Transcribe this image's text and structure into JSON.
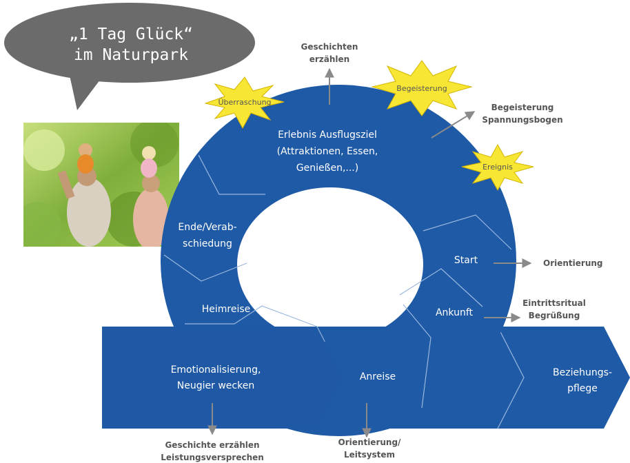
{
  "bubble": {
    "line1": "„1 Tag Glück“",
    "line2": "im Naturpark"
  },
  "stars": {
    "ueberraschung": "Überraschung",
    "begeisterung": "Begeisterung",
    "ereignis": "Ereignis"
  },
  "segments": {
    "erlebnis": [
      "Erlebnis Ausflugsziel",
      "(Attraktionen, Essen,",
      "Genießen,...)"
    ],
    "ende": [
      "Ende/Verab-",
      "schiedung"
    ],
    "start": "Start",
    "heimreise": "Heimreise",
    "ankunft": "Ankunft",
    "anreise": "Anreise"
  },
  "band": {
    "left": [
      "Emotionalisierung,",
      "Neugier wecken"
    ],
    "right": [
      "Beziehungs-",
      "pflege"
    ]
  },
  "annotations": {
    "geschichten": [
      "Geschichten",
      "erzählen"
    ],
    "begeisterung_spannung": [
      "Begeisterung",
      "Spannungsbogen"
    ],
    "orientierung": "Orientierung",
    "eintritt": [
      "Eintrittsritual",
      "Begrüßung"
    ],
    "orient_leit": [
      "Orientierung/",
      "Leitsystem"
    ],
    "geschichte_leistung": [
      "Geschichte erzählen",
      "Leistungsversprechen"
    ]
  },
  "colors": {
    "blue": "#1f5aa6",
    "dark_blue": "#174a8f",
    "line": "#9ab8df",
    "bubble": "#6b6b6b",
    "star": "#f7e633",
    "star_stroke": "#d4b400",
    "arrow": "#8a8a8a"
  }
}
